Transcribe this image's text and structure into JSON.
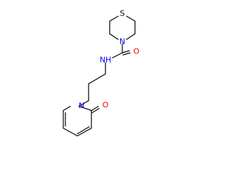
{
  "molecule": {
    "atoms": [
      {
        "id": "S",
        "label": "S",
        "color": "#000000"
      },
      {
        "id": "N1",
        "label": "N",
        "color": "#0000ff"
      },
      {
        "id": "O1",
        "label": "O",
        "color": "#ff0000"
      },
      {
        "id": "NH",
        "label": "NH",
        "color": "#0000ff"
      },
      {
        "id": "N2",
        "label": "N",
        "color": "#0000ff"
      },
      {
        "id": "O2",
        "label": "O",
        "color": "#ff0000"
      }
    ]
  }
}
